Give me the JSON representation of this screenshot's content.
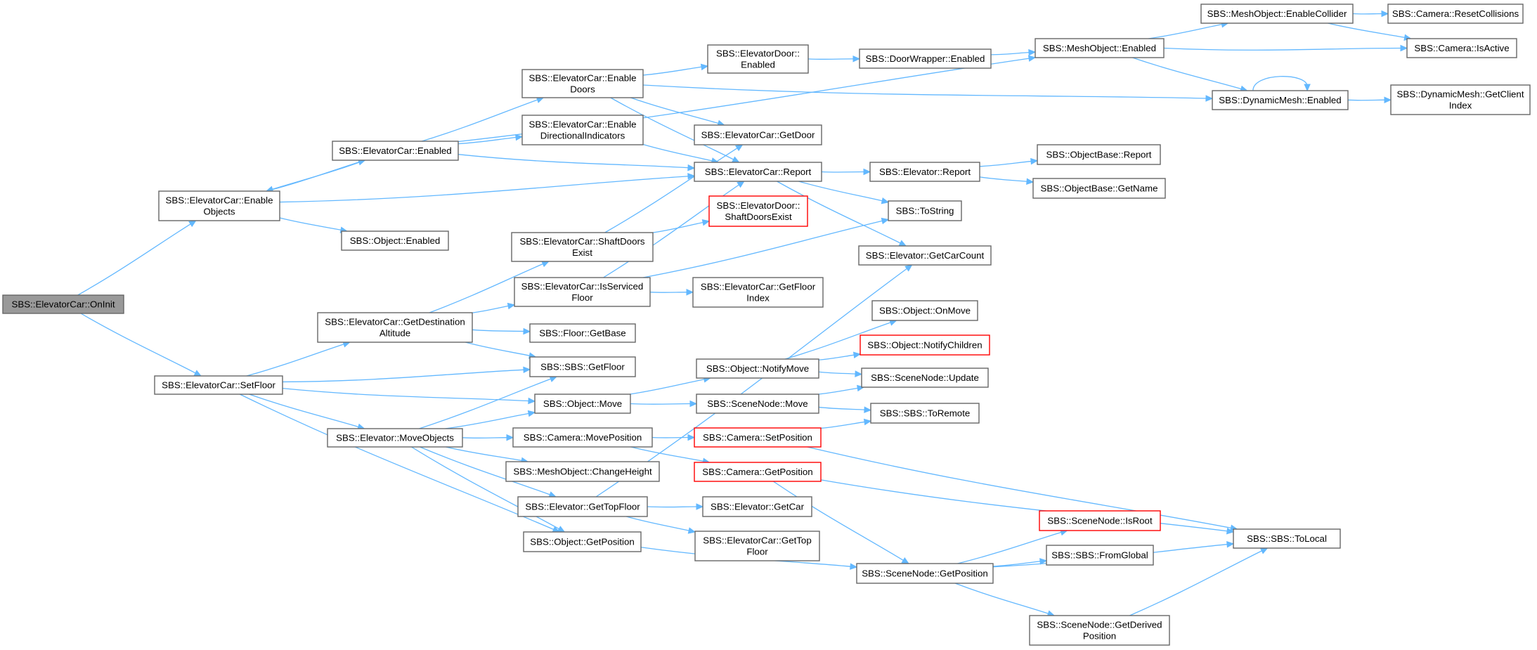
{
  "graph": {
    "colors": {
      "edge": "#63b8ff",
      "node_border": "#666666",
      "highlight_border": "#ff0000",
      "root_fill": "#999999"
    },
    "nodes": [
      {
        "id": "oninit",
        "lines": [
          "SBS::ElevatorCar::OnInit"
        ],
        "style": "root"
      },
      {
        "id": "enableobjects",
        "lines": [
          "SBS::ElevatorCar::Enable",
          "Objects"
        ]
      },
      {
        "id": "setfloor",
        "lines": [
          "SBS::ElevatorCar::SetFloor"
        ]
      },
      {
        "id": "car_enabled",
        "lines": [
          "SBS::ElevatorCar::Enabled"
        ]
      },
      {
        "id": "obj_enabled",
        "lines": [
          "SBS::Object::Enabled"
        ]
      },
      {
        "id": "getdestalt",
        "lines": [
          "SBS::ElevatorCar::GetDestination",
          "Altitude"
        ]
      },
      {
        "id": "moveobjects",
        "lines": [
          "SBS::Elevator::MoveObjects"
        ]
      },
      {
        "id": "enabledoors",
        "lines": [
          "SBS::ElevatorCar::Enable",
          "Doors"
        ]
      },
      {
        "id": "enabledirind",
        "lines": [
          "SBS::ElevatorCar::Enable",
          "DirectionalIndicators"
        ]
      },
      {
        "id": "shaftdoorsexist",
        "lines": [
          "SBS::ElevatorCar::ShaftDoors",
          "Exist"
        ]
      },
      {
        "id": "isserviced",
        "lines": [
          "SBS::ElevatorCar::IsServiced",
          "Floor"
        ]
      },
      {
        "id": "floor_getbase",
        "lines": [
          "SBS::Floor::GetBase"
        ]
      },
      {
        "id": "sbs_getfloor",
        "lines": [
          "SBS::SBS::GetFloor"
        ]
      },
      {
        "id": "obj_move",
        "lines": [
          "SBS::Object::Move"
        ]
      },
      {
        "id": "cam_moveposition",
        "lines": [
          "SBS::Camera::MovePosition"
        ]
      },
      {
        "id": "mesh_changeheight",
        "lines": [
          "SBS::MeshObject::ChangeHeight"
        ]
      },
      {
        "id": "elev_gettopfloor",
        "lines": [
          "SBS::Elevator::GetTopFloor"
        ]
      },
      {
        "id": "obj_getposition",
        "lines": [
          "SBS::Object::GetPosition"
        ]
      },
      {
        "id": "door_enabled",
        "lines": [
          "SBS::ElevatorDoor::",
          "Enabled"
        ]
      },
      {
        "id": "car_getdoor",
        "lines": [
          "SBS::ElevatorCar::GetDoor"
        ]
      },
      {
        "id": "car_report",
        "lines": [
          "SBS::ElevatorCar::Report"
        ]
      },
      {
        "id": "door_shaftdoorsexist",
        "lines": [
          "SBS::ElevatorDoor::",
          "ShaftDoorsExist"
        ],
        "style": "red"
      },
      {
        "id": "car_getfloorindex",
        "lines": [
          "SBS::ElevatorCar::GetFloor",
          "Index"
        ]
      },
      {
        "id": "obj_notifymove",
        "lines": [
          "SBS::Object::NotifyMove"
        ]
      },
      {
        "id": "sn_move",
        "lines": [
          "SBS::SceneNode::Move"
        ]
      },
      {
        "id": "cam_setposition",
        "lines": [
          "SBS::Camera::SetPosition"
        ],
        "style": "red"
      },
      {
        "id": "cam_getposition",
        "lines": [
          "SBS::Camera::GetPosition"
        ],
        "style": "red"
      },
      {
        "id": "elev_getcar",
        "lines": [
          "SBS::Elevator::GetCar"
        ]
      },
      {
        "id": "car_gettopfloor",
        "lines": [
          "SBS::ElevatorCar::GetTop",
          "Floor"
        ]
      },
      {
        "id": "dw_enabled",
        "lines": [
          "SBS::DoorWrapper::Enabled"
        ]
      },
      {
        "id": "elev_report",
        "lines": [
          "SBS::Elevator::Report"
        ]
      },
      {
        "id": "tostring",
        "lines": [
          "SBS::ToString"
        ]
      },
      {
        "id": "elev_getcarcount",
        "lines": [
          "SBS::Elevator::GetCarCount"
        ]
      },
      {
        "id": "obj_onmove",
        "lines": [
          "SBS::Object::OnMove"
        ]
      },
      {
        "id": "obj_notifychildren",
        "lines": [
          "SBS::Object::NotifyChildren"
        ],
        "style": "red"
      },
      {
        "id": "sn_update",
        "lines": [
          "SBS::SceneNode::Update"
        ]
      },
      {
        "id": "sbs_toremote",
        "lines": [
          "SBS::SBS::ToRemote"
        ]
      },
      {
        "id": "sn_getposition",
        "lines": [
          "SBS::SceneNode::GetPosition"
        ]
      },
      {
        "id": "mesh_enabled",
        "lines": [
          "SBS::MeshObject::Enabled"
        ]
      },
      {
        "id": "mesh_enablecollider",
        "lines": [
          "SBS::MeshObject::EnableCollider"
        ]
      },
      {
        "id": "dynmesh_enabled",
        "lines": [
          "SBS::DynamicMesh::Enabled"
        ]
      },
      {
        "id": "ob_report",
        "lines": [
          "SBS::ObjectBase::Report"
        ]
      },
      {
        "id": "ob_getname",
        "lines": [
          "SBS::ObjectBase::GetName"
        ]
      },
      {
        "id": "sn_isroot",
        "lines": [
          "SBS::SceneNode::IsRoot"
        ],
        "style": "red"
      },
      {
        "id": "sbs_fromglobal",
        "lines": [
          "SBS::SBS::FromGlobal"
        ]
      },
      {
        "id": "sn_getderivedpos",
        "lines": [
          "SBS::SceneNode::GetDerived",
          "Position"
        ]
      },
      {
        "id": "cam_resetcollisions",
        "lines": [
          "SBS::Camera::ResetCollisions"
        ]
      },
      {
        "id": "cam_isactive",
        "lines": [
          "SBS::Camera::IsActive"
        ]
      },
      {
        "id": "dynmesh_getclientindex",
        "lines": [
          "SBS::DynamicMesh::GetClient",
          "Index"
        ]
      },
      {
        "id": "sbs_tolocal",
        "lines": [
          "SBS::SBS::ToLocal"
        ]
      }
    ],
    "edges": [
      [
        "oninit",
        "enableobjects"
      ],
      [
        "oninit",
        "setfloor"
      ],
      [
        "enableobjects",
        "car_enabled"
      ],
      [
        "enableobjects",
        "obj_enabled"
      ],
      [
        "enableobjects",
        "car_report"
      ],
      [
        "car_enabled",
        "enableobjects"
      ],
      [
        "car_enabled",
        "enabledoors"
      ],
      [
        "car_enabled",
        "enabledirind"
      ],
      [
        "car_enabled",
        "car_report"
      ],
      [
        "car_enabled",
        "mesh_enabled"
      ],
      [
        "setfloor",
        "getdestalt"
      ],
      [
        "setfloor",
        "moveobjects"
      ],
      [
        "setfloor",
        "sbs_getfloor"
      ],
      [
        "setfloor",
        "obj_move"
      ],
      [
        "setfloor",
        "obj_getposition"
      ],
      [
        "getdestalt",
        "shaftdoorsexist"
      ],
      [
        "getdestalt",
        "isserviced"
      ],
      [
        "getdestalt",
        "floor_getbase"
      ],
      [
        "getdestalt",
        "sbs_getfloor"
      ],
      [
        "moveobjects",
        "sbs_getfloor"
      ],
      [
        "moveobjects",
        "obj_move"
      ],
      [
        "moveobjects",
        "cam_moveposition"
      ],
      [
        "moveobjects",
        "mesh_changeheight"
      ],
      [
        "moveobjects",
        "elev_gettopfloor"
      ],
      [
        "moveobjects",
        "obj_getposition"
      ],
      [
        "enabledoors",
        "door_enabled"
      ],
      [
        "enabledoors",
        "car_getdoor"
      ],
      [
        "enabledoors",
        "car_report"
      ],
      [
        "enabledoors",
        "dynmesh_enabled"
      ],
      [
        "enabledirind",
        "car_report"
      ],
      [
        "shaftdoorsexist",
        "car_getdoor"
      ],
      [
        "shaftdoorsexist",
        "door_shaftdoorsexist"
      ],
      [
        "isserviced",
        "car_report"
      ],
      [
        "isserviced",
        "car_getfloorindex"
      ],
      [
        "isserviced",
        "tostring"
      ],
      [
        "obj_move",
        "obj_notifymove"
      ],
      [
        "obj_move",
        "sn_move"
      ],
      [
        "cam_moveposition",
        "cam_setposition"
      ],
      [
        "cam_moveposition",
        "cam_getposition"
      ],
      [
        "elev_gettopfloor",
        "elev_getcar"
      ],
      [
        "elev_gettopfloor",
        "car_gettopfloor"
      ],
      [
        "elev_gettopfloor",
        "elev_getcarcount"
      ],
      [
        "obj_getposition",
        "sn_getposition"
      ],
      [
        "door_enabled",
        "dw_enabled"
      ],
      [
        "dw_enabled",
        "mesh_enabled"
      ],
      [
        "car_report",
        "elev_report"
      ],
      [
        "car_report",
        "tostring"
      ],
      [
        "car_report",
        "elev_getcarcount"
      ],
      [
        "elev_report",
        "ob_report"
      ],
      [
        "elev_report",
        "ob_getname"
      ],
      [
        "obj_notifymove",
        "obj_onmove"
      ],
      [
        "obj_notifymove",
        "obj_notifychildren"
      ],
      [
        "obj_notifymove",
        "sn_update"
      ],
      [
        "sn_move",
        "sn_update"
      ],
      [
        "sn_move",
        "sbs_toremote"
      ],
      [
        "cam_setposition",
        "sbs_toremote"
      ],
      [
        "cam_setposition",
        "sbs_tolocal"
      ],
      [
        "cam_getposition",
        "sn_getposition"
      ],
      [
        "cam_getposition",
        "sbs_tolocal"
      ],
      [
        "sn_getposition",
        "sn_isroot"
      ],
      [
        "sn_getposition",
        "sbs_fromglobal"
      ],
      [
        "sn_getposition",
        "sn_getderivedpos"
      ],
      [
        "sn_getposition",
        "sbs_tolocal"
      ],
      [
        "sn_getderivedpos",
        "sbs_tolocal"
      ],
      [
        "mesh_enabled",
        "mesh_enablecollider"
      ],
      [
        "mesh_enabled",
        "dynmesh_enabled"
      ],
      [
        "mesh_enabled",
        "cam_isactive"
      ],
      [
        "mesh_enablecollider",
        "cam_resetcollisions"
      ],
      [
        "mesh_enablecollider",
        "cam_isactive"
      ],
      [
        "dynmesh_enabled",
        "dynmesh_enabled"
      ],
      [
        "dynmesh_enabled",
        "dynmesh_getclientindex"
      ]
    ]
  }
}
